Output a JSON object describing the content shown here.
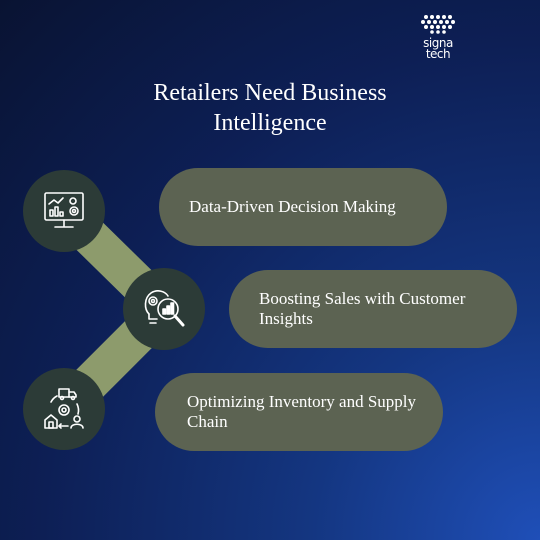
{
  "brand": {
    "logo_line1": "signa",
    "logo_line2": "tech"
  },
  "title": {
    "line1": "Retailers Need Business",
    "line2": "Intelligence"
  },
  "colors": {
    "background_dark": "#091332",
    "background_light": "#1f4fb8",
    "connector": "#8d9b6c",
    "circle": "#2c3b37",
    "pill": "#5c6352",
    "text": "#ffffff"
  },
  "items": [
    {
      "label": "Data-Driven Decision Making",
      "icon": "monitor-analytics-icon"
    },
    {
      "label": "Boosting Sales with Customer Insights",
      "icon": "lightbulb-magnifier-icon"
    },
    {
      "label": "Optimizing Inventory and Supply Chain",
      "icon": "supply-chain-icon"
    }
  ]
}
